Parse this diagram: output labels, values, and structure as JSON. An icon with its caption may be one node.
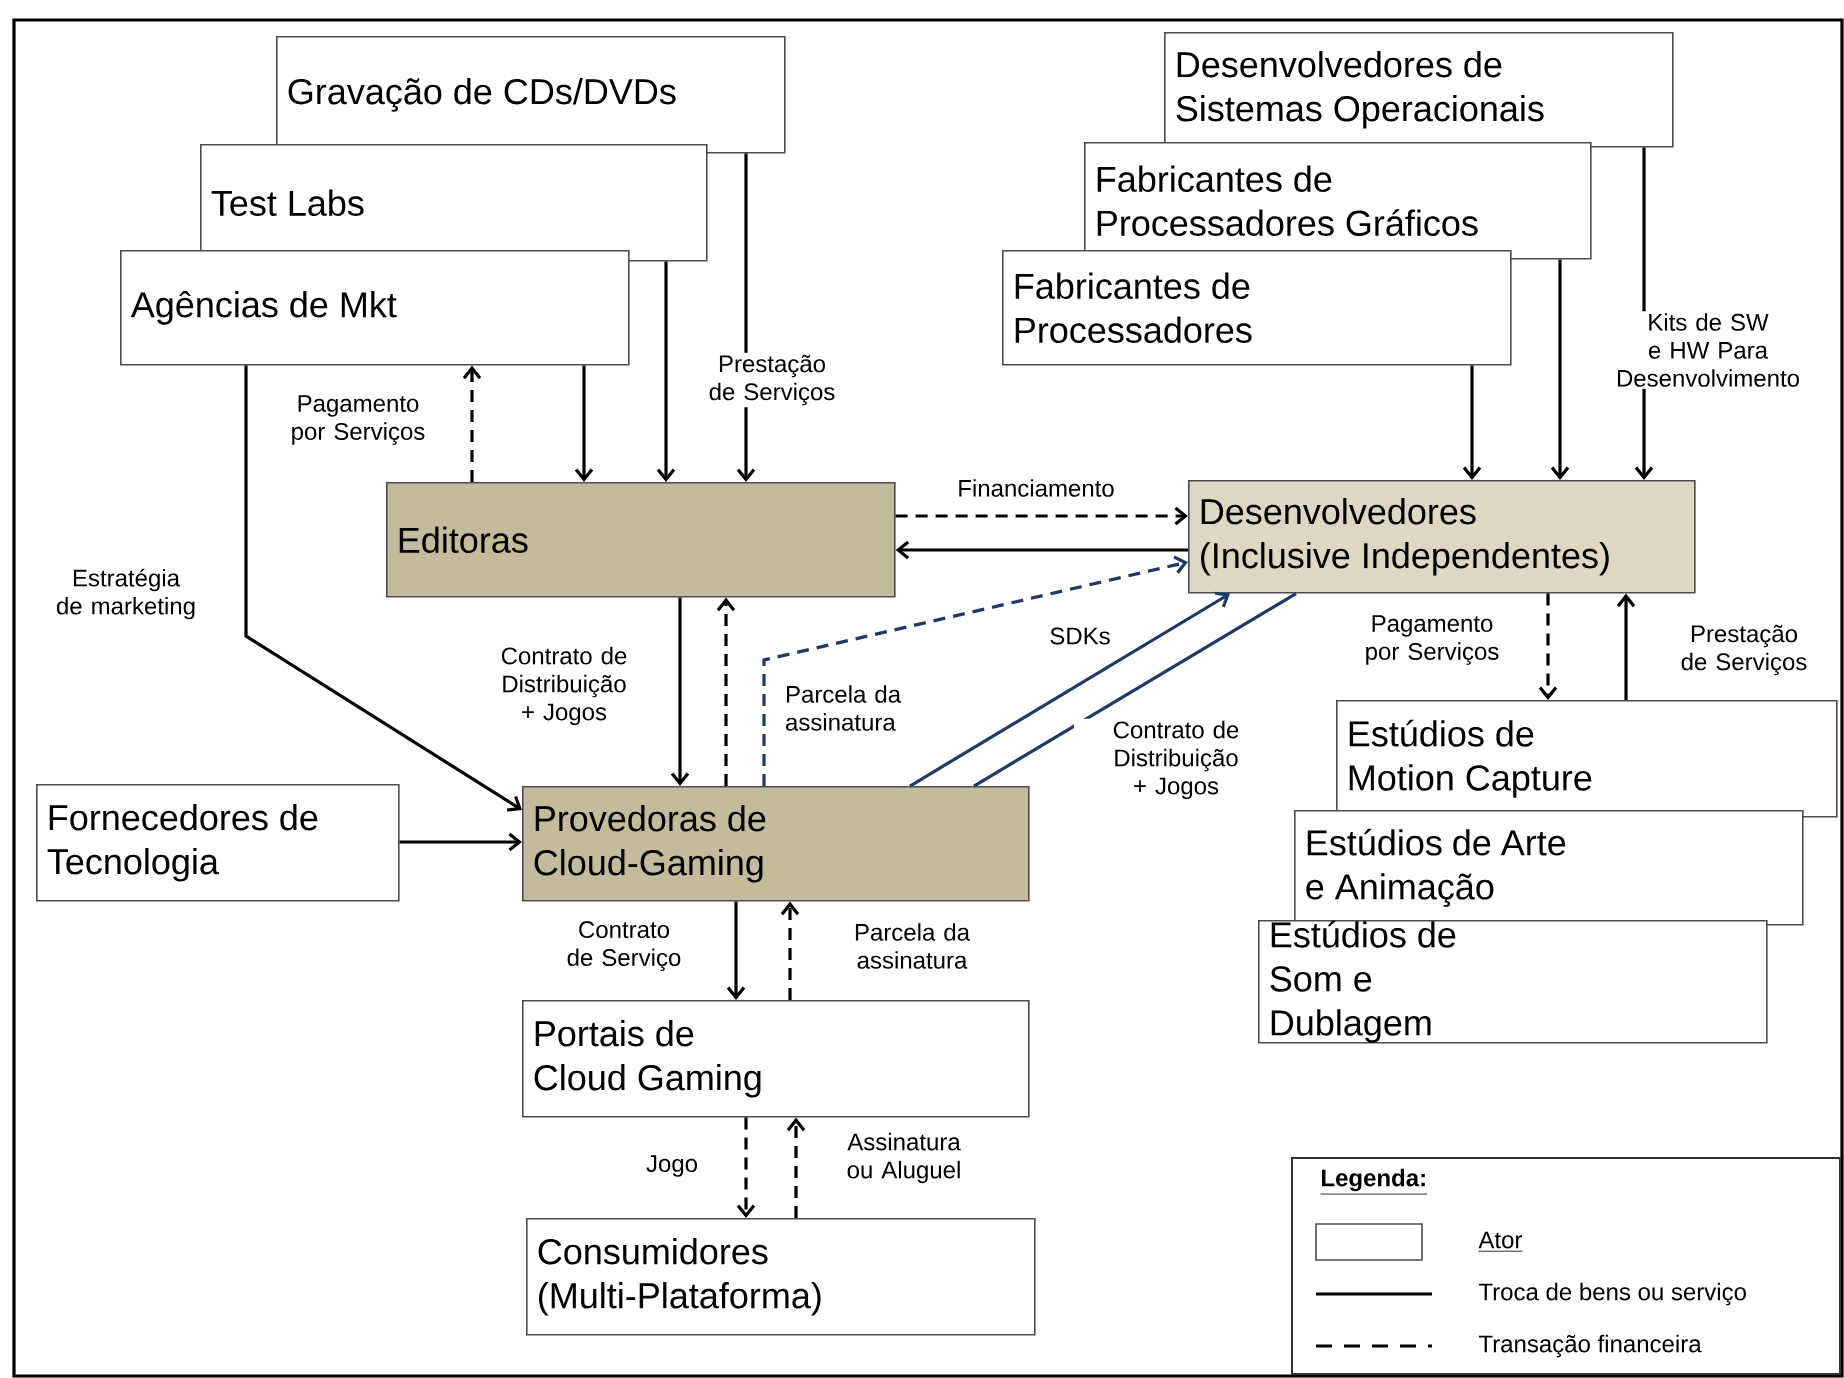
{
  "diagram": {
    "nodes": [
      {
        "text": [
          "Gravação de CDs/DVDs"
        ]
      },
      {
        "text": [
          "Test Labs"
        ]
      },
      {
        "text": [
          "Agências de Mkt"
        ]
      },
      {
        "text": [
          "Desenvolvedores de Sistemas Operacionais"
        ]
      },
      {
        "text": [
          "Fabricantes de Processadores Gráficos"
        ]
      },
      {
        "text": [
          "Fabricantes de Processadores"
        ]
      },
      {
        "text": [
          "Editoras"
        ]
      },
      {
        "text": [
          "Desenvolvedores (Inclusive Independentes)"
        ]
      },
      {
        "text": [
          "Fornecedores de Tecnologia"
        ]
      },
      {
        "text": [
          "Provedoras de Cloud-Gaming"
        ]
      },
      {
        "text": [
          "Estúdios de Motion Capture"
        ]
      },
      {
        "text": [
          "Estúdios de Arte e Animação"
        ]
      },
      {
        "text": [
          "Estúdios de Som e Dublagem"
        ]
      },
      {
        "text": [
          "Portais de Cloud Gaming"
        ]
      },
      {
        "text": [
          "Consumidores (Multi-Plataforma)"
        ]
      }
    ],
    "edges": [
      {
        "from": 2,
        "to": 6,
        "arrow": "to"
      },
      {
        "from": 6,
        "to": 2,
        "arrow": "to",
        "style": "dashed",
        "label": "Pagamento por Serviços"
      },
      {
        "from": 1,
        "to": 6,
        "arrow": "to"
      },
      {
        "from": 0,
        "to": 6,
        "arrow": "to",
        "label": "Prestação de Serviços"
      },
      {
        "from": 2,
        "to": 9,
        "arrow": "to",
        "label": "Estratégia de marketing"
      },
      {
        "from": 6,
        "to": 7,
        "arrow": "to",
        "style": "dashed",
        "label": "Financiamento"
      },
      {
        "from": 7,
        "to": 6,
        "arrow": "to"
      },
      {
        "from": 5,
        "to": 7,
        "arrow": "to"
      },
      {
        "from": 4,
        "to": 7,
        "arrow": "to"
      },
      {
        "from": 3,
        "to": 7,
        "arrow": "to",
        "label": "Kits de SW e HW Para Desenvolvimento"
      },
      {
        "from": 6,
        "to": 9,
        "arrow": "to",
        "label": "Contrato de Distribuição + Jogos"
      },
      {
        "from": 9,
        "to": 6,
        "arrow": "to",
        "style": "dashed"
      },
      {
        "from": 9,
        "to": 7,
        "arrow": "to",
        "style": "dashed",
        "color": "#1f3864",
        "label": "Parcela da assinatura"
      },
      {
        "from": 9,
        "to": 7,
        "arrow": "to",
        "color": "#1f3864",
        "label": "SDKs"
      },
      {
        "from": 7,
        "to": 9,
        "arrow": "none",
        "color": "#1f3864",
        "label": "Contrato de Distribuição + Jogos"
      },
      {
        "from": 8,
        "to": 9,
        "arrow": "to"
      },
      {
        "from": 9,
        "to": 13,
        "arrow": "to",
        "label": "Contrato de Serviço"
      },
      {
        "from": 13,
        "to": 9,
        "arrow": "to",
        "style": "dashed",
        "label": "Parcela da assinatura"
      },
      {
        "from": 13,
        "to": 14,
        "arrow": "to",
        "style": "dashed",
        "label": "Jogo"
      },
      {
        "from": 14,
        "to": 13,
        "arrow": "to",
        "style": "dashed",
        "label": "Assinatura ou Aluguel"
      },
      {
        "from": 7,
        "to": 10,
        "arrow": "to",
        "style": "dashed",
        "label": "Pagamento por Serviços"
      },
      {
        "from": 10,
        "to": 7,
        "arrow": "to",
        "label": "Prestação de Serviços"
      }
    ],
    "labels": [
      "Legenda:"
    ],
    "legend": [
      {
        "text": "Ator"
      },
      {
        "text": "Troca de bens ou serviço"
      },
      {
        "text": "Transação financeira"
      }
    ]
  }
}
